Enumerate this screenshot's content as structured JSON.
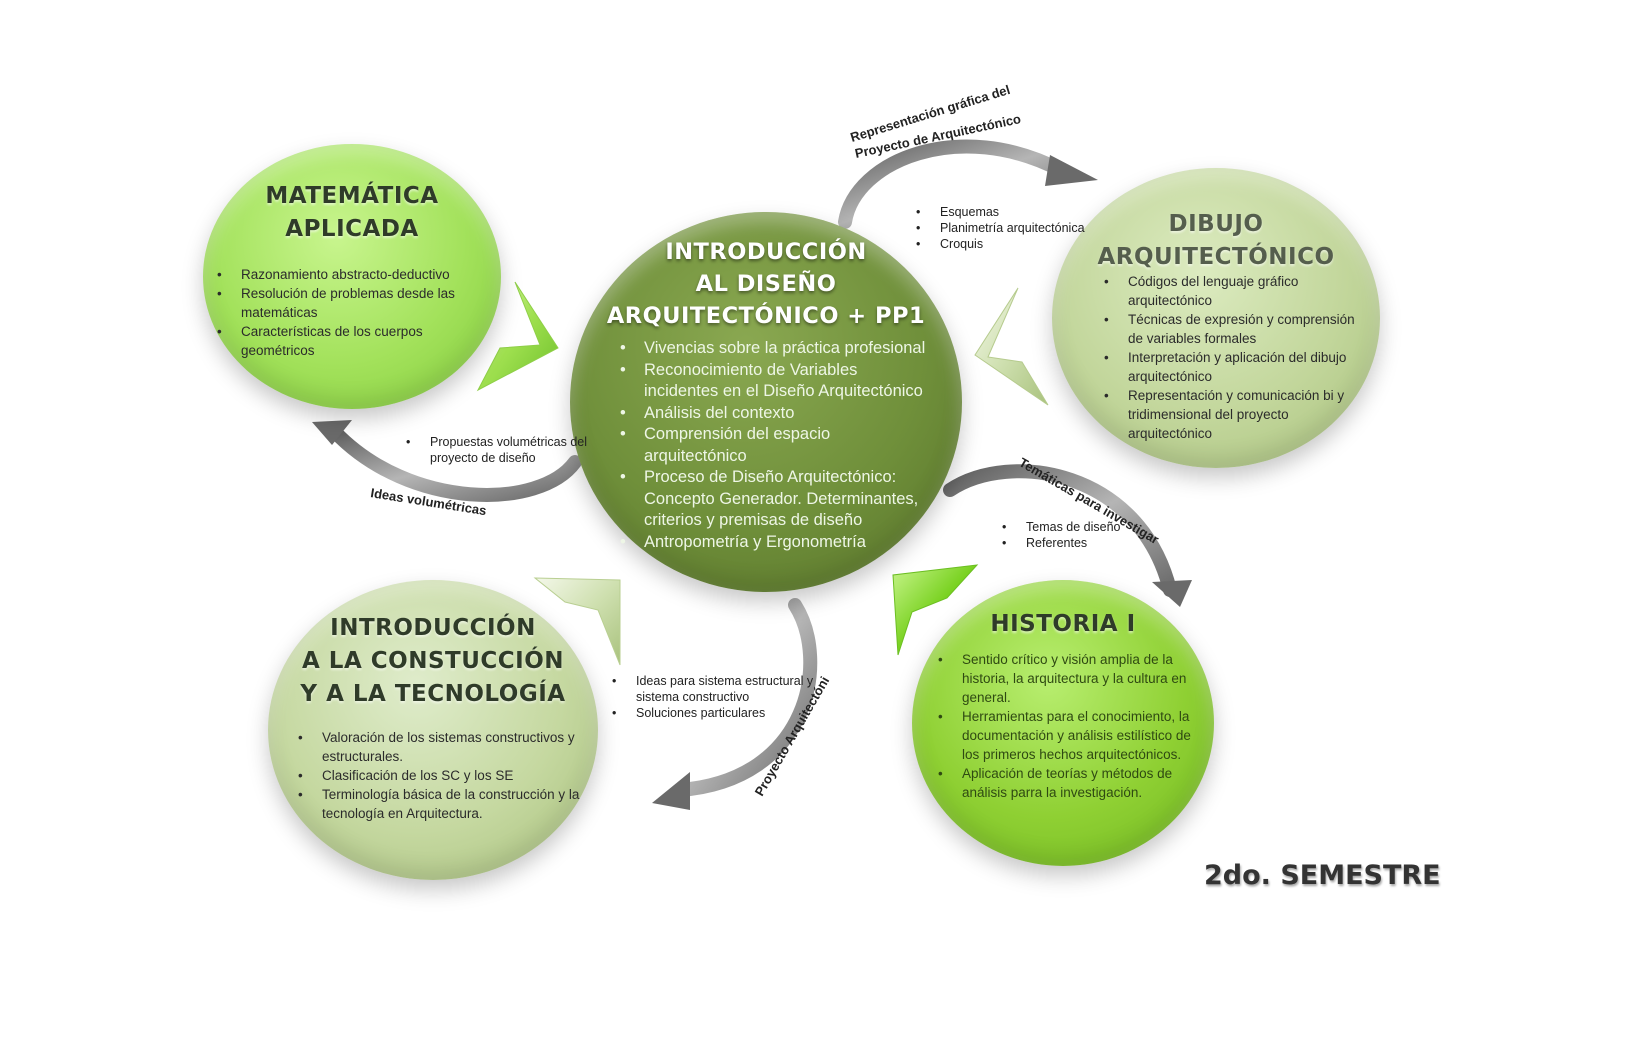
{
  "center": {
    "title_lines": [
      "INTRODUCCIÓN",
      "AL DISEÑO",
      "ARQUITECTÓNICO + PP1"
    ],
    "items": [
      "Vivencias sobre la práctica profesional",
      "Reconocimiento de Variables incidentes en el Diseño Arquitectónico",
      "Análisis del contexto",
      "Comprensión del espacio arquitectónico",
      "Proceso de Diseño Arquitectónico: Concepto Generador. Determinantes, criterios y premisas de diseño",
      "Antropometría y Ergonometría"
    ]
  },
  "matematica": {
    "title_lines": [
      "MATEMÁTICA",
      "APLICADA"
    ],
    "items": [
      "Razonamiento abstracto-deductivo",
      "Resolución de problemas desde las matemáticas",
      "Características de los cuerpos geométricos"
    ]
  },
  "dibujo": {
    "title_lines": [
      "DIBUJO",
      "ARQUITECTÓNICO"
    ],
    "items": [
      "Códigos del lenguaje gráfico arquitectónico",
      "Técnicas de expresión y comprensión de variables formales",
      "Interpretación y aplicación del dibujo arquitectónico",
      "Representación y comunicación bi y tridimensional del proyecto arquitectónico"
    ]
  },
  "construccion": {
    "title_lines": [
      "INTRODUCCIÓN",
      "A LA CONSTUCCIÓN",
      "Y A LA TECNOLOGÍA"
    ],
    "items": [
      "Valoración de los sistemas constructivos y estructurales.",
      "Clasificación de los SC y los SE",
      "Terminología básica de la construcción y la tecnología en Arquitectura."
    ]
  },
  "historia": {
    "title_lines": [
      "HISTORIA I"
    ],
    "items": [
      "Sentido crítico y visión amplia de la historia, la arquitectura y la cultura en general.",
      "Herramientas para el conocimiento, la documentación y análisis estilístico de los primeros hechos arquitectónicos.",
      "Aplicación de teorías y métodos de análisis parra la investigación."
    ]
  },
  "links": {
    "top_right": {
      "label_line1": "Representación gráfica del",
      "label_line2": "Proyecto de Arquitectónico",
      "items": [
        "Esquemas",
        "Planimetría arquitectónica",
        "Croquis"
      ]
    },
    "left": {
      "label": "Ideas volumétricas",
      "items": [
        "Propuestas volumétricas del proyecto de diseño"
      ]
    },
    "right": {
      "label": "Temáticas para investigar",
      "items": [
        "Temas de diseño",
        "Referentes"
      ]
    },
    "bottom": {
      "label": "Proyecto Arquitectóni",
      "items": [
        "Ideas para sistema estructural y sistema constructivo",
        "Soluciones particulares"
      ]
    }
  },
  "footer": {
    "semester": "2do. SEMESTRE"
  },
  "colors": {
    "center": "#6f8f3a",
    "matematica": "#a8e45e",
    "dibujo": "#c2d69b",
    "construccion": "#c5d8a0",
    "historia": "#8fd033",
    "arrow_gray": "#7a7a7a"
  }
}
